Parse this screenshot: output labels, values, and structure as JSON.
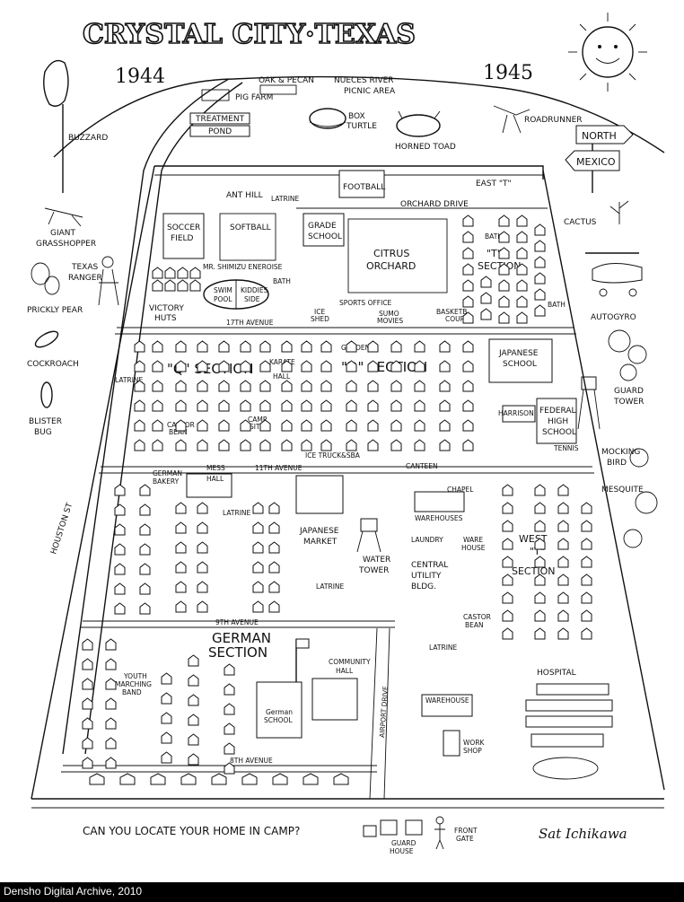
{
  "map": {
    "title": "CRYSTAL CITY·TEXAS",
    "years": {
      "start": "1944",
      "end": "1945"
    },
    "signature": "Sat Ichikawa",
    "caption": "CAN YOU LOCATE YOUR HOME IN CAMP?",
    "archive_credit": "Densho Digital Archive, 2010"
  },
  "outside_labels": {
    "oak_pecan": "OAK & PECAN",
    "nueces_1": "NUECES RIVER",
    "nueces_2": "PICNIC AREA",
    "pig_farm": "PIG FARM",
    "treatment": "TREATMENT",
    "pond": "POND",
    "box_turtle_1": "BOX",
    "box_turtle_2": "TURTLE",
    "horned_toad": "HORNED TOAD",
    "roadrunner": "ROADRUNNER",
    "north": "NORTH",
    "mexico": "MEXICO",
    "buzzard": "BUZZARD",
    "giant_1": "GIANT",
    "giant_2": "GRASSHOPPER",
    "texas_1": "TEXAS",
    "texas_2": "RANGER",
    "prickly_pear": "PRICKLY PEAR",
    "cockroach": "COCKROACH",
    "blister_1": "BLISTER",
    "blister_2": "BUG",
    "cactus": "CACTUS",
    "autogyro": "AUTOGYRO",
    "guard_tower_1": "GUARD",
    "guard_tower_2": "TOWER",
    "mocking_1": "MOCKING",
    "mocking_2": "BIRD",
    "mesquite": "MESQUITE",
    "houston_st": "HOUSTON ST",
    "guard_house_1": "GUARD",
    "guard_house_2": "HOUSE",
    "front_gate_1": "FRONT",
    "front_gate_2": "GATE"
  },
  "camp_labels": {
    "football": "FOOTBALL",
    "east_t": "EAST \"T\"",
    "ant_hill": "ANT HILL",
    "latrine_top": "LATRINE",
    "orchard_drive": "ORCHARD DRIVE",
    "soccer_1": "SOCCER",
    "soccer_2": "FIELD",
    "softball": "SOFTBALL",
    "grade_1": "GRADE",
    "grade_2": "SCHOOL",
    "citrus_1": "CITRUS",
    "citrus_2": "ORCHARD",
    "t_section_1": "\"T\"",
    "t_section_2": "SECTION",
    "bath_1": "BATH",
    "shimizu": "MR. SHIMIZU ENEROISE",
    "swim_1": "SWIM",
    "swim_2": "POOL",
    "kiddies_1": "KIDDIES",
    "kiddies_2": "SIDE",
    "bath_2": "BATH",
    "victory_1": "VICTORY",
    "victory_2": "HUTS",
    "ave_17": "17TH AVENUE",
    "ice_1": "ICE",
    "ice_2": "SHED",
    "sports": "SPORTS OFFICE",
    "sumo_1": "SUMO",
    "sumo_2": "MOVIES",
    "basket_1": "BASKETB.",
    "basket_2": "COURT",
    "bath_3": "BATH",
    "karate": "KARATE",
    "q_section": "\"Q\" SECTION",
    "hall": "HALL",
    "garden": "GARDEN",
    "d_section": "\"D\" SECTION",
    "japanese_school_1": "JAPANESE",
    "japanese_school_2": "SCHOOL",
    "latrine_q": "LATRINE",
    "castor_1": "CASTOR",
    "castor_2": "BEAN",
    "camp_1": "CAMP",
    "camp_2": "SITE",
    "harrison": "HARRISON HALL",
    "federal_1": "FEDERAL",
    "federal_2": "HIGH",
    "federal_3": "SCHOOL",
    "tennis": "TENNIS",
    "ice_truck": "ICE TRUCK&SBA",
    "ave_11": "11TH AVENUE",
    "canteen": "CANTEEN",
    "german_bakery_1": "GERMAN",
    "german_bakery_2": "BAKERY",
    "mess_1": "MESS",
    "mess_2": "HALL",
    "chapel": "CHAPEL",
    "latrine_g": "LATRINE",
    "japanese_market_1": "JAPANESE",
    "japanese_market_2": "MARKET",
    "warehouses": "WAREHOUSES",
    "laundry": "LAUNDRY",
    "ware_house_1": "WARE",
    "ware_house_2": "HOUSE",
    "west_t_1": "WEST",
    "west_t_2": "\"T\"",
    "west_t_3": "SECTION",
    "water_1": "WATER",
    "water_2": "TOWER",
    "central_1": "CENTRAL",
    "central_2": "UTILITY",
    "central_3": "BLDG.",
    "latrine_m": "LATRINE",
    "castor_b_1": "CASTOR",
    "castor_b_2": "BEAN",
    "ave_9": "9TH AVENUE",
    "german_section_1": "GERMAN",
    "german_section_2": "SECTION",
    "latrine_c": "LATRINE",
    "youth_1": "YOUTH",
    "youth_2": "MARCHING",
    "youth_3": "BAND",
    "community_1": "COMMUNITY",
    "community_2": "HALL",
    "airport_drive": "AIRPORT DRIVE",
    "hospital": "HOSPITAL",
    "warehouse": "WAREHOUSE",
    "german_school_1": "German",
    "german_school_2": "SCHOOL",
    "work_1": "WORK",
    "work_2": "SHOP",
    "ave_8": "8TH AVENUE"
  }
}
